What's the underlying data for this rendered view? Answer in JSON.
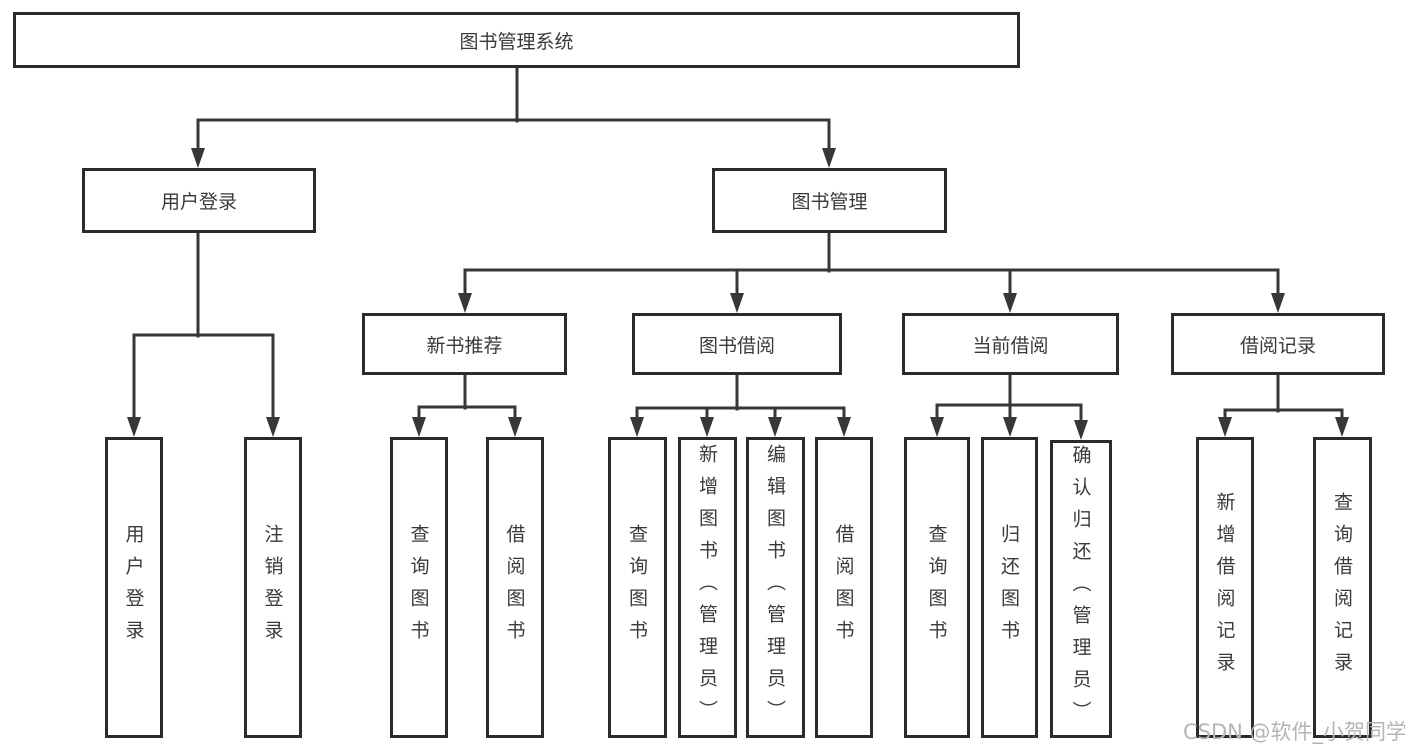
{
  "tree": {
    "label": "图书管理系统",
    "children": [
      {
        "label": "用户登录",
        "children": [
          {
            "label": "用户登录"
          },
          {
            "label": "注销登录"
          }
        ]
      },
      {
        "label": "图书管理",
        "children": [
          {
            "label": "新书推荐",
            "children": [
              {
                "label": "查询图书"
              },
              {
                "label": "借阅图书"
              }
            ]
          },
          {
            "label": "图书借阅",
            "children": [
              {
                "label": "查询图书"
              },
              {
                "label": "新增图书（管理员）"
              },
              {
                "label": "编辑图书（管理员）"
              },
              {
                "label": "借阅图书"
              }
            ]
          },
          {
            "label": "当前借阅",
            "children": [
              {
                "label": "查询图书"
              },
              {
                "label": "归还图书"
              },
              {
                "label": "确认归还（管理员）"
              }
            ]
          },
          {
            "label": "借阅记录",
            "children": [
              {
                "label": "新增借阅记录"
              },
              {
                "label": "查询借阅记录"
              }
            ]
          }
        ]
      }
    ]
  },
  "watermark": {
    "text": "CSDN @软件_小贺同学"
  },
  "colors": {
    "line": "#373737",
    "box_border": "#2b2b2b",
    "text": "#3a3a3a",
    "watermark": "#b5b5b5",
    "background": "#ffffff"
  }
}
